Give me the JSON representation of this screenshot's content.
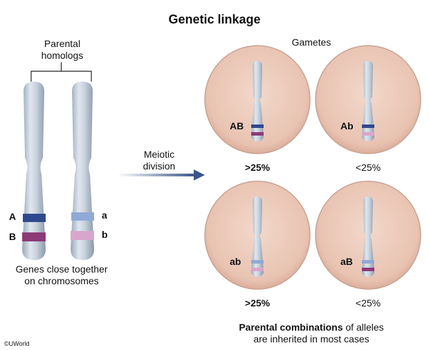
{
  "title": "Genetic linkage",
  "parental": {
    "heading_line1": "Parental",
    "heading_line2": "homologs",
    "chromosome1": {
      "allele_top": "A",
      "allele_bottom": "B",
      "color_top": "#2e4a8e",
      "color_bottom": "#8e3a78"
    },
    "chromosome2": {
      "allele_top": "a",
      "allele_bottom": "b",
      "color_top": "#8eaad6",
      "color_bottom": "#d8a6cc"
    },
    "caption_line1": "Genes close together",
    "caption_line2": "on chromosomes"
  },
  "arrow": {
    "label_line1": "Meiotic",
    "label_line2": "division",
    "color": "#3a5588"
  },
  "gametes": {
    "heading": "Gametes",
    "items": [
      {
        "genotype": "AB",
        "percent": ">25%",
        "parental": true
      },
      {
        "genotype": "Ab",
        "percent": "<25%",
        "parental": false
      },
      {
        "genotype": "ab",
        "percent": ">25%",
        "parental": true
      },
      {
        "genotype": "aB",
        "percent": "<25%",
        "parental": false
      }
    ]
  },
  "conclusion": {
    "bold": "Parental combinations",
    "rest": " of alleles",
    "line2": "are inherited in most cases"
  },
  "copyright": "©UWorld",
  "colors": {
    "cell_fill": "#ecc9b9",
    "cell_rim": "#f6e2d6",
    "chromosome": "#c2ccd8"
  }
}
